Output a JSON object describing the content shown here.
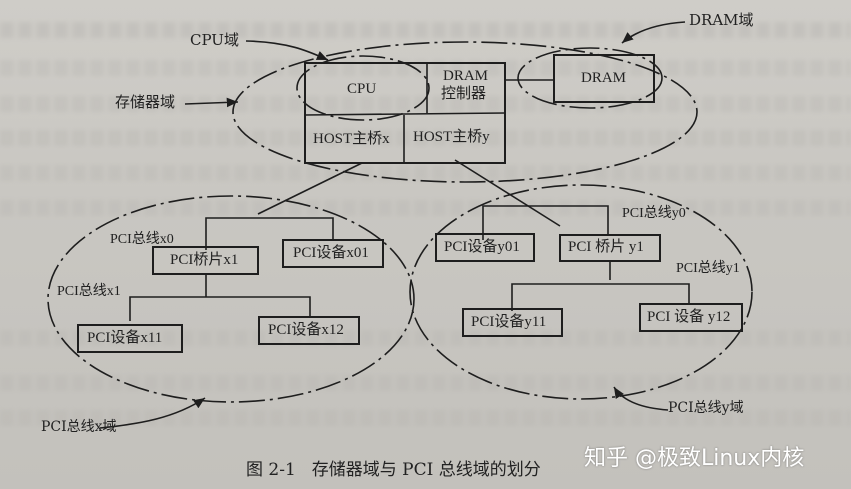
{
  "header_partial_text": "…",
  "domains": {
    "cpu_domain": "CPU域",
    "memory_domain": "存储器域",
    "dram_domain": "DRAM域",
    "pci_x_domain": "PCI总线x域",
    "pci_y_domain": "PCI总线y域"
  },
  "host_block": {
    "cpu": "CPU",
    "dram_ctrl_line1": "DRAM",
    "dram_ctrl_line2": "控制器",
    "host_bridge_x": "HOST主桥x",
    "host_bridge_y": "HOST主桥y"
  },
  "dram": "DRAM",
  "pci_x": {
    "bus_x0": "PCI总线x0",
    "bridge_x1": "PCI桥片x1",
    "device_x01": "PCI设备x01",
    "bus_x1": "PCI总线x1",
    "device_x11": "PCI设备x11",
    "device_x12": "PCI设备x12"
  },
  "pci_y": {
    "bus_y0": "PCI总线y0",
    "device_y01": "PCI设备y01",
    "bridge_y1": "PCI 桥片 y1",
    "bus_y1": "PCI总线y1",
    "device_y11": "PCI设备y11",
    "device_y12": "PCI 设备 y12"
  },
  "caption": {
    "number": "图 2-1",
    "title": "存储器域与 PCI 总线域的划分"
  },
  "watermark": "知乎 @极致Linux内核",
  "colors": {
    "paper": "#c9c7c2",
    "ink": "#1e1e1e",
    "watermark": "#ffffff"
  }
}
